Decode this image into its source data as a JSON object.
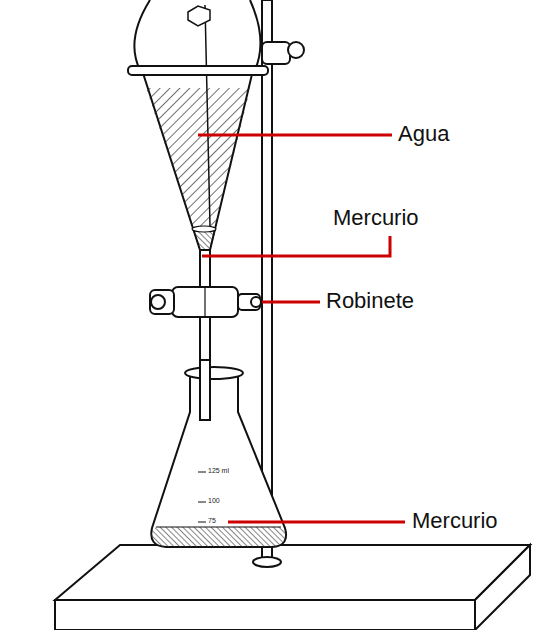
{
  "diagram": {
    "labels": [
      "Agua",
      "Mercurio",
      "Robinete",
      "Mercurio",
      "125 ml",
      "100",
      "75"
    ]
  }
}
